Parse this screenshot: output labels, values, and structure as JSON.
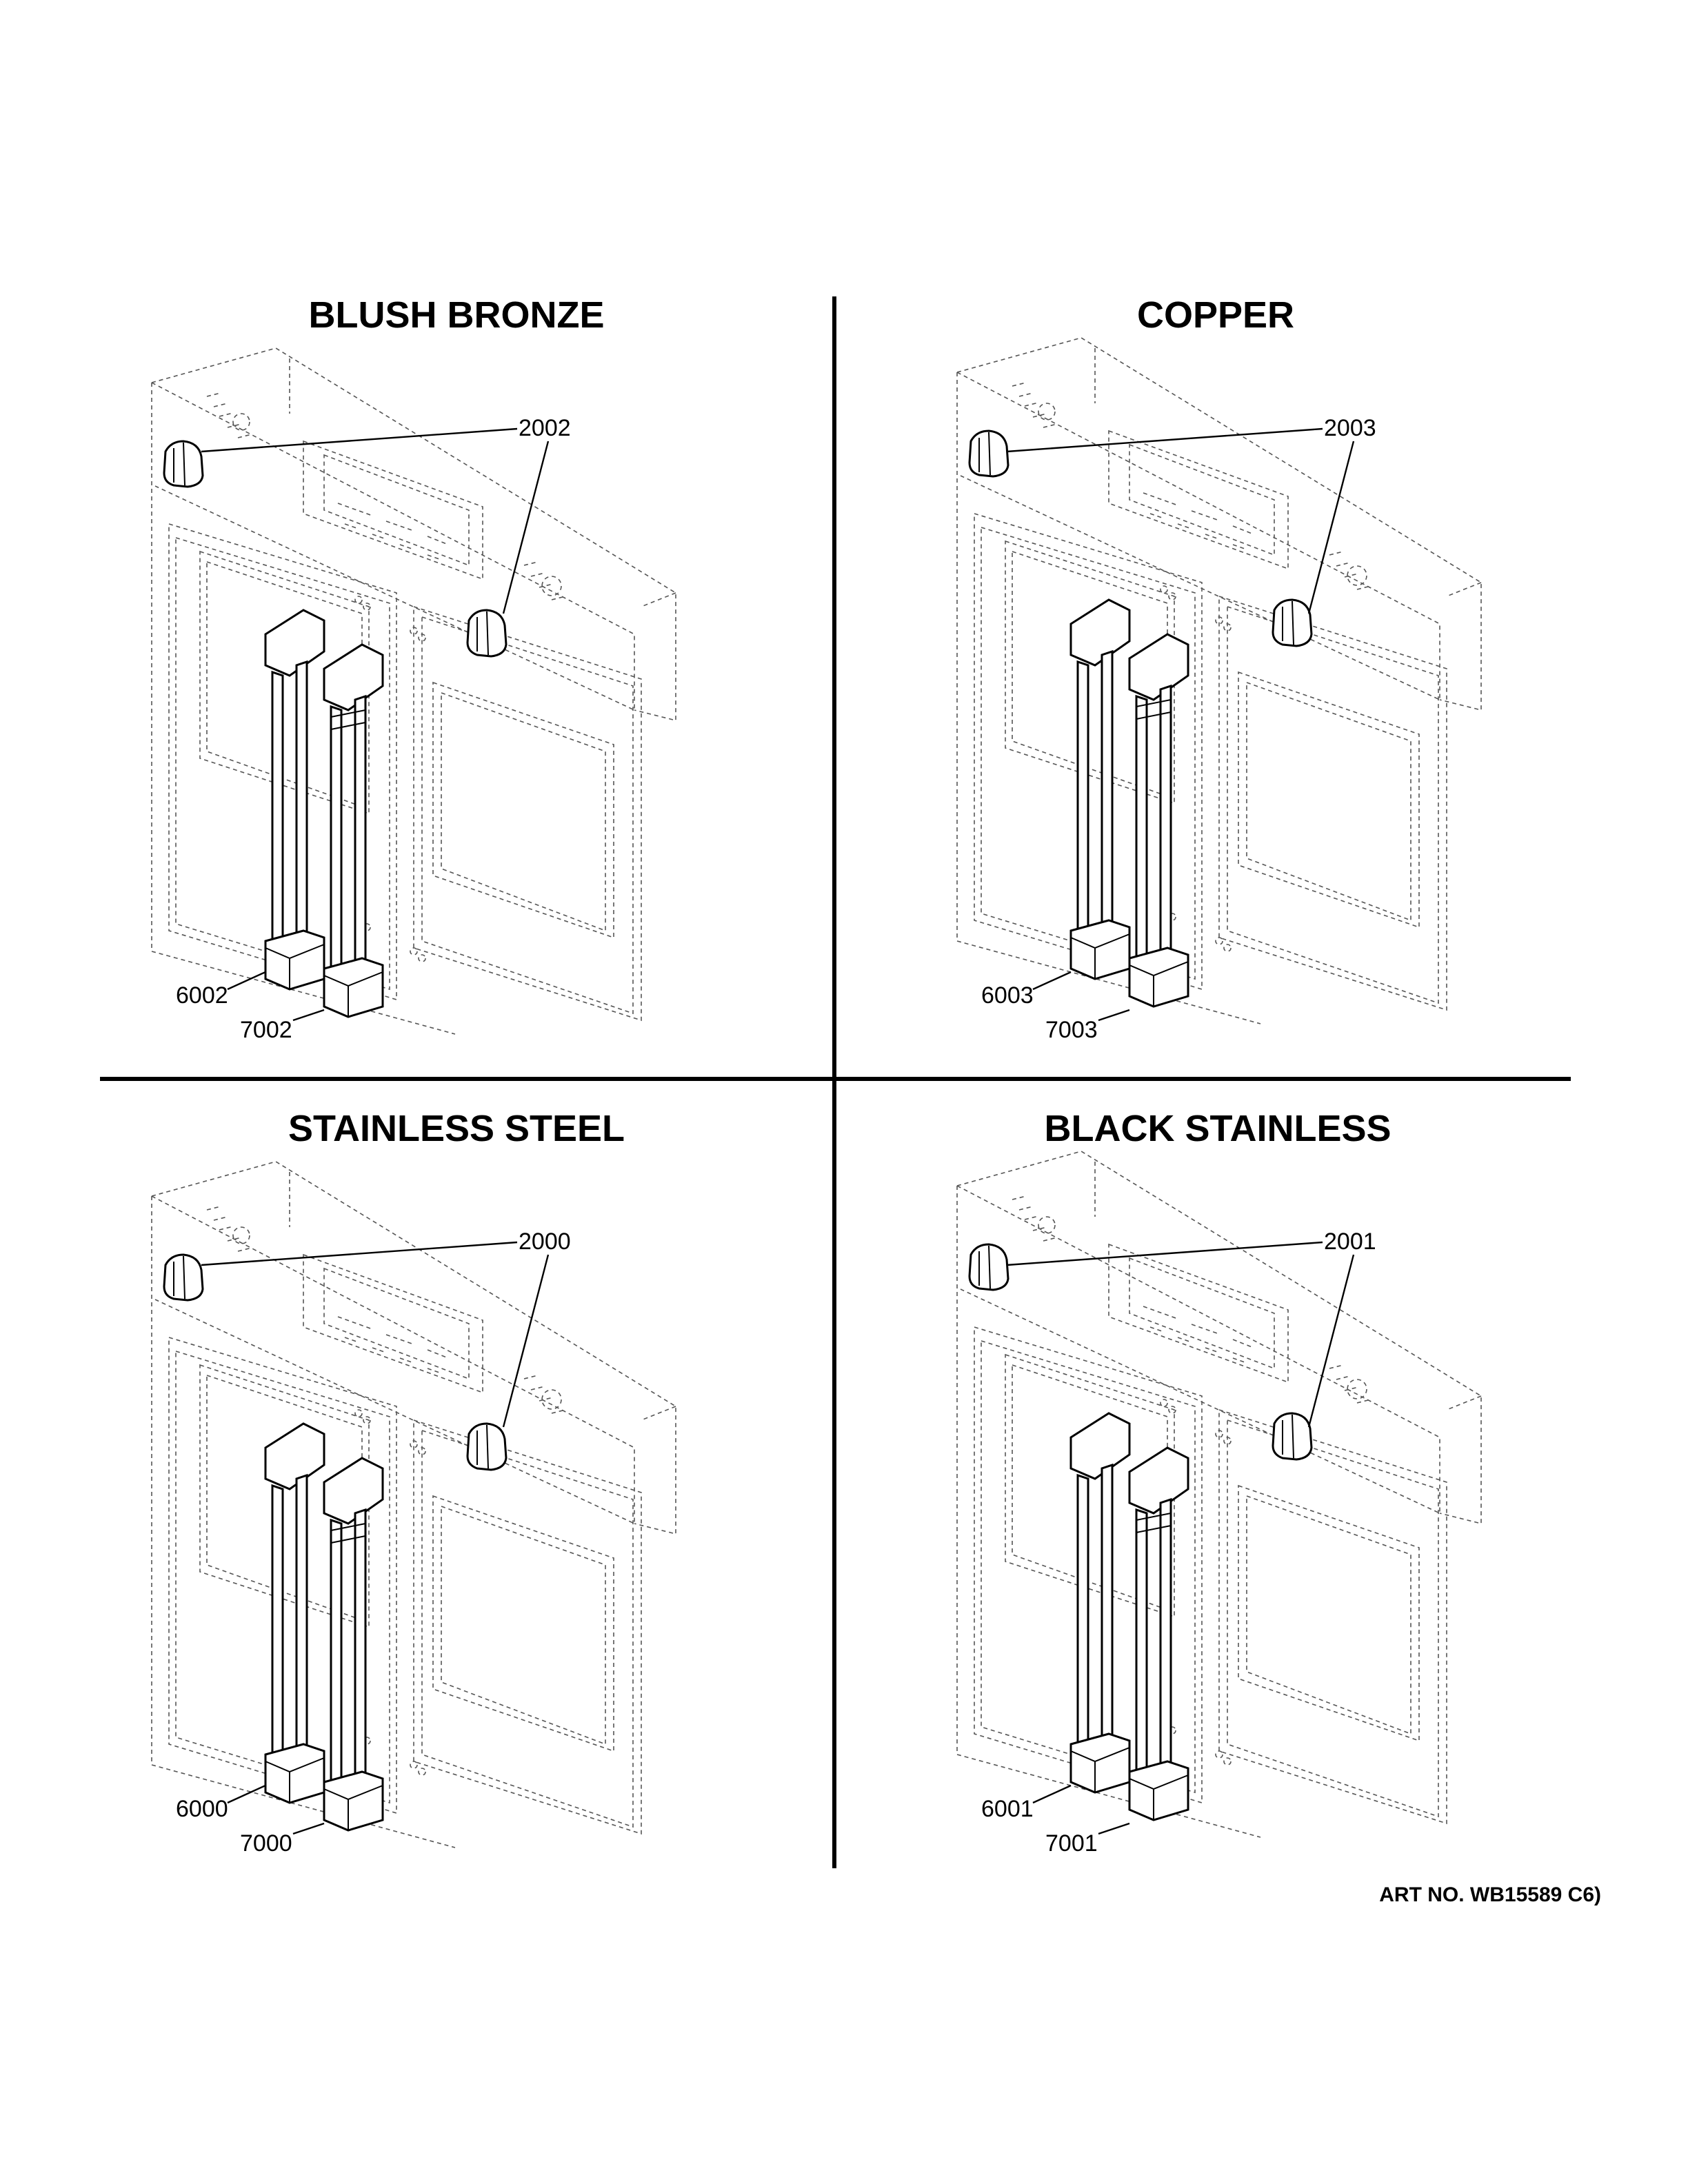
{
  "quadrants": [
    {
      "title": "BLUSH BRONZE",
      "knob": "2002",
      "handle_lower": "6002",
      "handle_upper": "7002"
    },
    {
      "title": "COPPER",
      "knob": "2003",
      "handle_lower": "6003",
      "handle_upper": "7003"
    },
    {
      "title": "STAINLESS STEEL",
      "knob": "2000",
      "handle_lower": "6000",
      "handle_upper": "7000"
    },
    {
      "title": "BLACK STAINLESS",
      "knob": "2001",
      "handle_lower": "6001",
      "handle_upper": "7001"
    }
  ],
  "art_number": "ART NO. WB15589 C6)"
}
